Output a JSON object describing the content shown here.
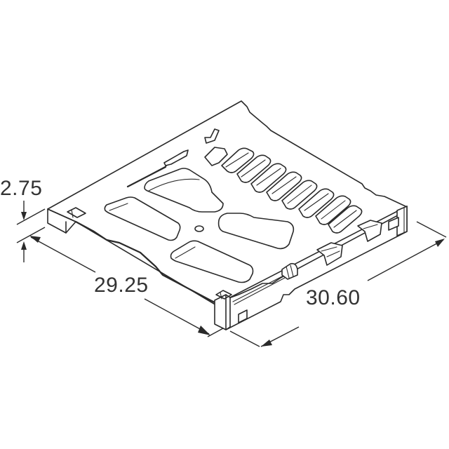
{
  "drawing": {
    "subject": "SD card connector isometric outline",
    "colors": {
      "background": "#ffffff",
      "line": "#2a2a2a",
      "text": "#333333"
    }
  },
  "dimensions": {
    "height": {
      "value": "2.75"
    },
    "width": {
      "value": "29.25"
    },
    "depth": {
      "value": "30.60"
    }
  }
}
